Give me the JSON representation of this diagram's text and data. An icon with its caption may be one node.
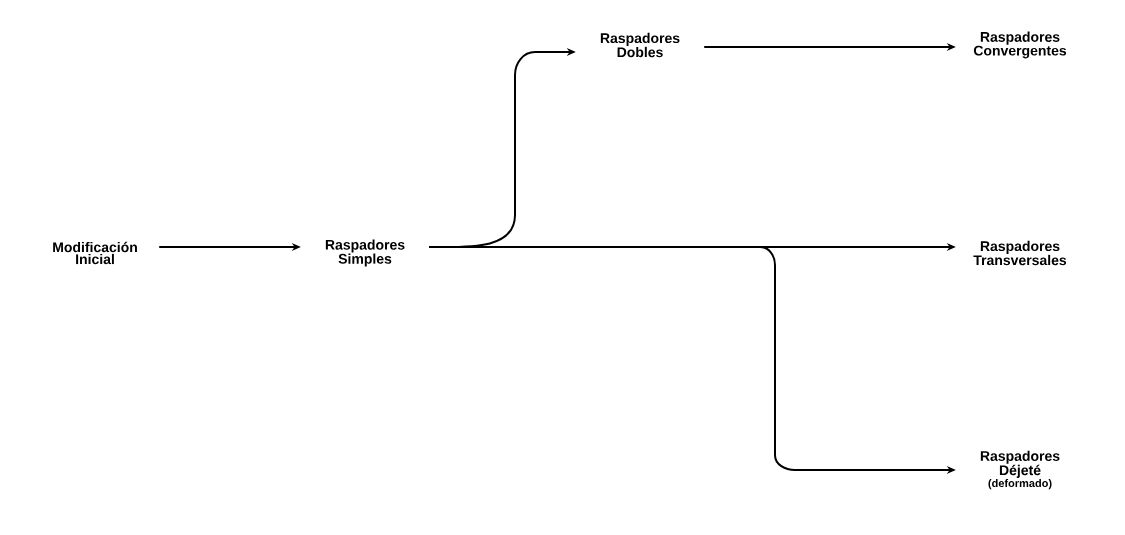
{
  "diagram": {
    "nodes": [
      {
        "text": [
          "Modificación Inicial"
        ]
      },
      {
        "text": [
          "Raspadores Simples"
        ]
      },
      {
        "text": [
          "Raspadores Dobles"
        ]
      },
      {
        "text": [
          "Raspadores Convergentes"
        ]
      },
      {
        "text": [
          "Raspadores Transversales"
        ]
      },
      {
        "text": [
          "Raspadores Déjeté",
          "(deformado)"
        ]
      }
    ],
    "edges": [
      {
        "from": 0,
        "to": 1,
        "arrow": "to"
      },
      {
        "from": 1,
        "to": 2,
        "arrow": "to"
      },
      {
        "from": 2,
        "to": 3,
        "arrow": "to"
      },
      {
        "from": 1,
        "to": 4,
        "arrow": "to"
      },
      {
        "from": 1,
        "to": 5,
        "arrow": "to"
      }
    ]
  }
}
